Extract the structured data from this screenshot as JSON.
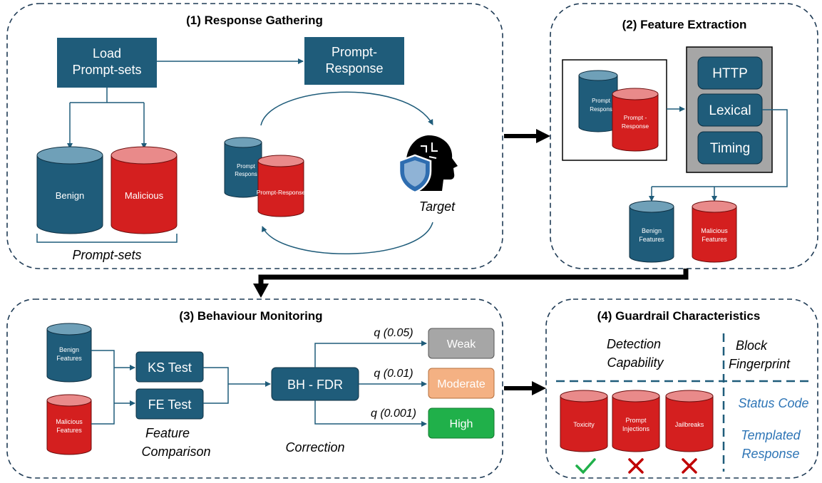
{
  "colors": {
    "box": "#1f5c7a",
    "box_text": "#ffffff",
    "benign": "#1f5c7a",
    "benign_top": "#6fa0b8",
    "malicious": "#d41f1f",
    "malicious_top": "#e98a8a",
    "gray_panel": "#a6a6a6",
    "weak": "#a6a6a6",
    "moderate": "#f4b183",
    "high": "#20b04a",
    "blue_text": "#2e75b6",
    "check": "#20b04a",
    "cross": "#c00000"
  },
  "panel1": {
    "title": "(1) Response Gathering",
    "load_box": [
      "Load",
      "Prompt-sets"
    ],
    "prompt_response_box": [
      "Prompt-",
      "Response"
    ],
    "benign": "Benign",
    "malicious": "Malicious",
    "prompt_sets_label": "Prompt-sets",
    "cyl_back": [
      "Prompt",
      "Respons"
    ],
    "cyl_front": "Prompt-Response",
    "target_label": "Target"
  },
  "panel2": {
    "title": "(2) Feature Extraction",
    "cyl_back": [
      "Prompt",
      "Respons"
    ],
    "cyl_front": [
      "Prompt -",
      "Response"
    ],
    "features": [
      "HTTP",
      "Lexical",
      "Timing"
    ],
    "benign_features": [
      "Benign",
      "Features"
    ],
    "malicious_features": [
      "Malicious",
      "Features"
    ]
  },
  "panel3": {
    "title": "(3) Behaviour Monitoring",
    "benign_features": [
      "Benign",
      "Features"
    ],
    "malicious_features": [
      "Malicious",
      "Features"
    ],
    "ks_test": "KS Test",
    "fe_test": "FE Test",
    "feature_comparison": [
      "Feature",
      "Comparison"
    ],
    "bh_fdr": "BH - FDR",
    "correction": "Correction",
    "q1": "q (0.05)",
    "q2": "q (0.01)",
    "q3": "q (0.001)",
    "weak": "Weak",
    "moderate": "Moderate",
    "high": "High"
  },
  "panel4": {
    "title": "(4) Guardrail Characteristics",
    "detection": [
      "Detection",
      "Capability"
    ],
    "block": [
      "Block",
      "Fingerprint"
    ],
    "cyl1": [
      "Toxicity"
    ],
    "cyl2": [
      "Prompt",
      "Injections"
    ],
    "cyl3": [
      "Jailbreaks"
    ],
    "status_code": "Status Code",
    "templated": [
      "Templated",
      "Response"
    ],
    "results": [
      "check",
      "cross",
      "cross"
    ]
  }
}
